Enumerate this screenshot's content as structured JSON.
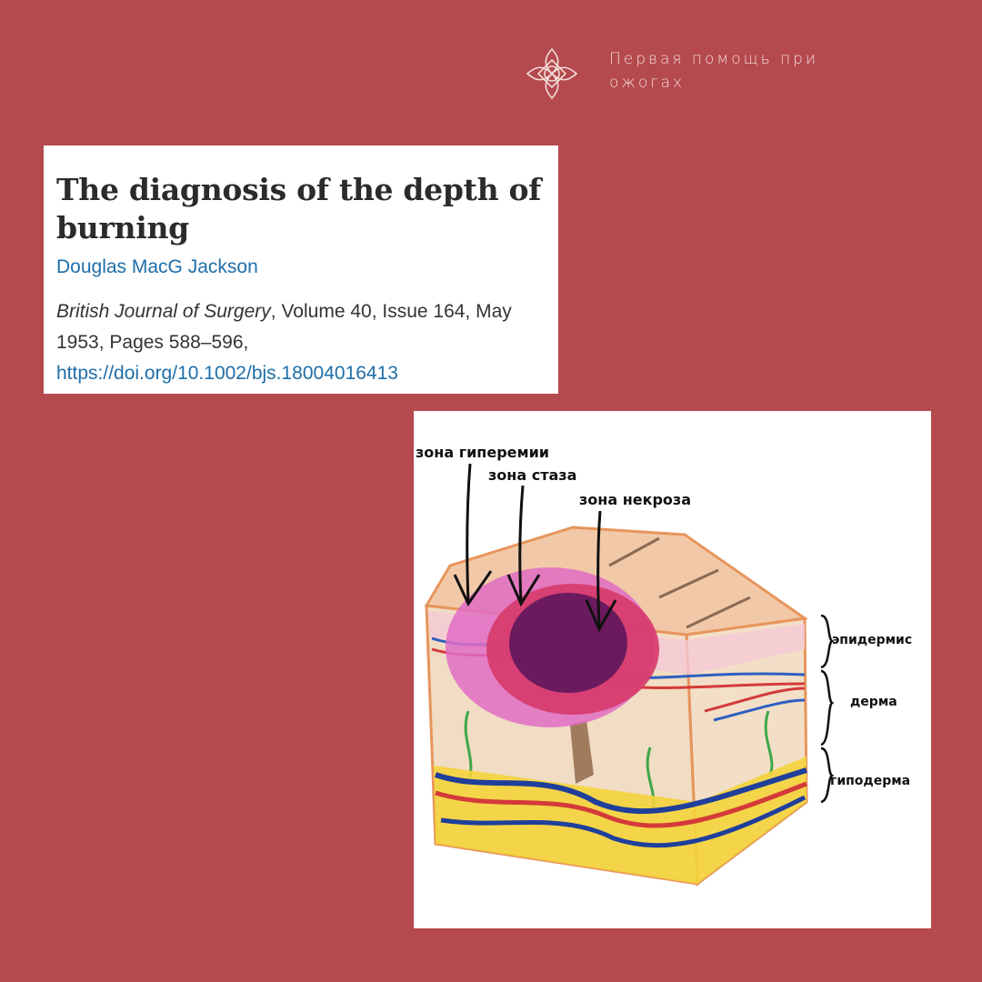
{
  "header": {
    "title": "Первая помощь при ожогах",
    "logo_icon": "four-petal-ornament-icon"
  },
  "citation": {
    "title": "The diagnosis of the depth of burning",
    "author": "Douglas MacG Jackson",
    "journal": "British Journal of Surgery",
    "details": ", Volume 40, Issue 164, May 1953, Pages 588–596,",
    "doi": "https://doi.org/10.1002/bjs.18004016413"
  },
  "diagram": {
    "zones": {
      "hyperemia": "зона гиперемии",
      "stasis": "зона стаза",
      "necrosis": "зона некроза"
    },
    "layers": {
      "epidermis": "эпидермис",
      "dermis": "дерма",
      "hypodermis": "гиподерма"
    }
  },
  "colors": {
    "background": "#b4494e",
    "link": "#1e6ea8",
    "necrosis": "#6b1a5e",
    "stasis": "#d63a6a",
    "hyperemia": "#e06cc4"
  }
}
